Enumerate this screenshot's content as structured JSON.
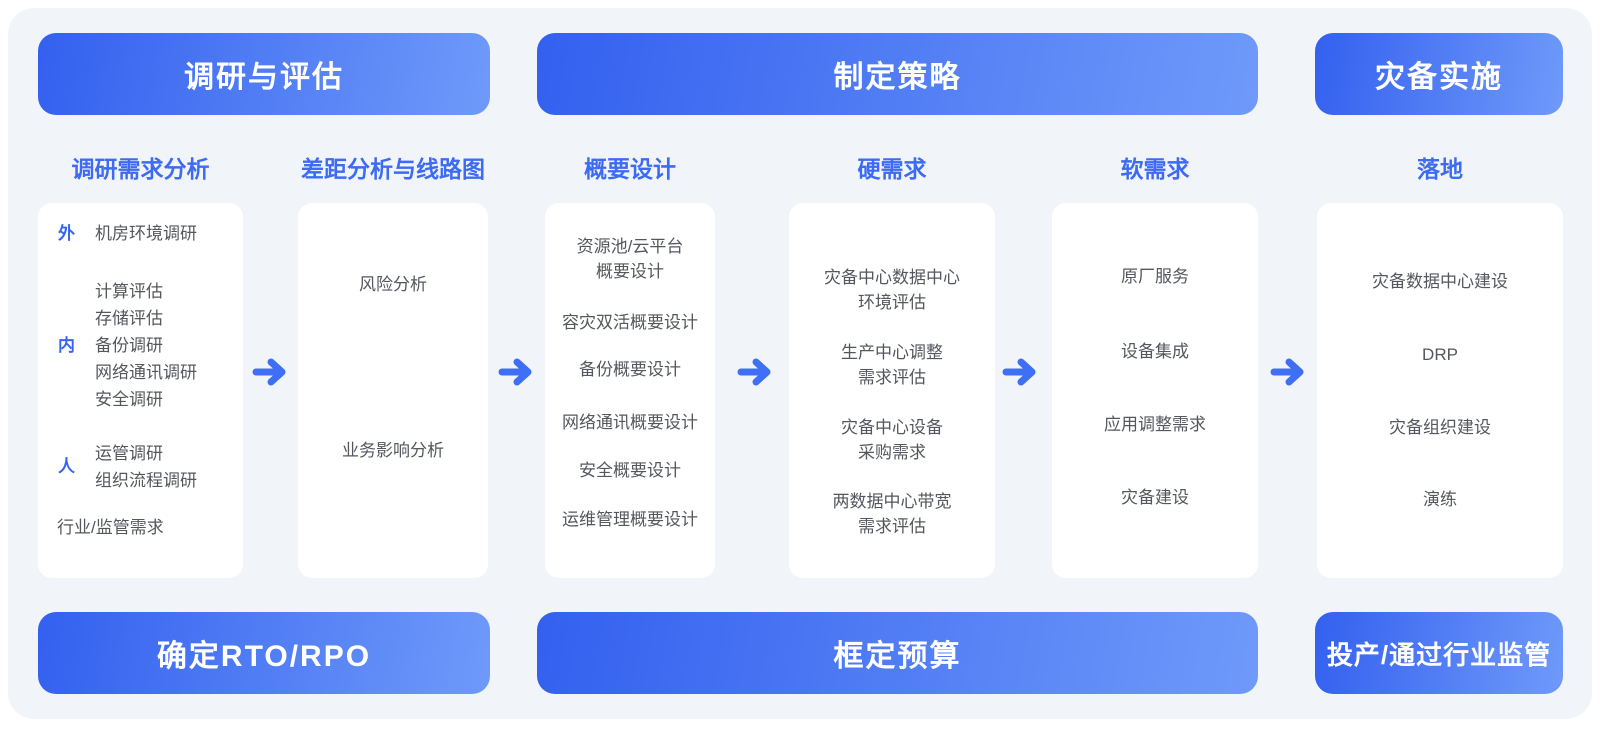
{
  "colors": {
    "page_bg": "#FFFFFF",
    "panel_bg": "#F1F5F9",
    "bar_gradient_start": "#3360EF",
    "bar_gradient_end": "#6F9AFA",
    "column_title_blue": "#3D6BF3",
    "group_label_blue": "#3566F2",
    "item_text_gray": "#54575D",
    "arrow_blue": "#3E6FF4",
    "card_bg": "#FFFFFF"
  },
  "icons": {
    "flow_arrow": "arrow-right"
  },
  "phase_headers": [
    {
      "label": "调研与评估"
    },
    {
      "label": "制定策略"
    },
    {
      "label": "灾备实施"
    }
  ],
  "bottom_bars": [
    {
      "label": "确定RTO/RPO"
    },
    {
      "label": "框定预算"
    },
    {
      "label": "投产/通过行业监管"
    }
  ],
  "columns": [
    {
      "title": "调研需求分析",
      "groups": [
        {
          "label": "外",
          "items": [
            "机房环境调研"
          ]
        },
        {
          "label": "内",
          "items": [
            "计算评估",
            "存储评估",
            "备份调研",
            "网络通讯调研",
            "安全调研"
          ]
        },
        {
          "label": "人",
          "items": [
            "运管调研",
            "组织流程调研"
          ]
        },
        {
          "label": "",
          "items": [
            "行业/监管需求"
          ]
        }
      ]
    },
    {
      "title": "差距分析与线路图",
      "items": [
        "风险分析",
        "业务影响分析"
      ]
    },
    {
      "title": "概要设计",
      "items": [
        "资源池/云平台\n概要设计",
        "容灾双活概要设计",
        "备份概要设计",
        "网络通讯概要设计",
        "安全概要设计",
        "运维管理概要设计"
      ]
    },
    {
      "title": "硬需求",
      "items": [
        "灾备中心数据中心\n环境评估",
        "生产中心调整\n需求评估",
        "灾备中心设备\n采购需求",
        "两数据中心带宽\n需求评估"
      ]
    },
    {
      "title": "软需求",
      "items": [
        "原厂服务",
        "设备集成",
        "应用调整需求",
        "灾备建设"
      ]
    },
    {
      "title": "落地",
      "items": [
        "灾备数据中心建设",
        "DRP",
        "灾备组织建设",
        "演练"
      ]
    }
  ]
}
